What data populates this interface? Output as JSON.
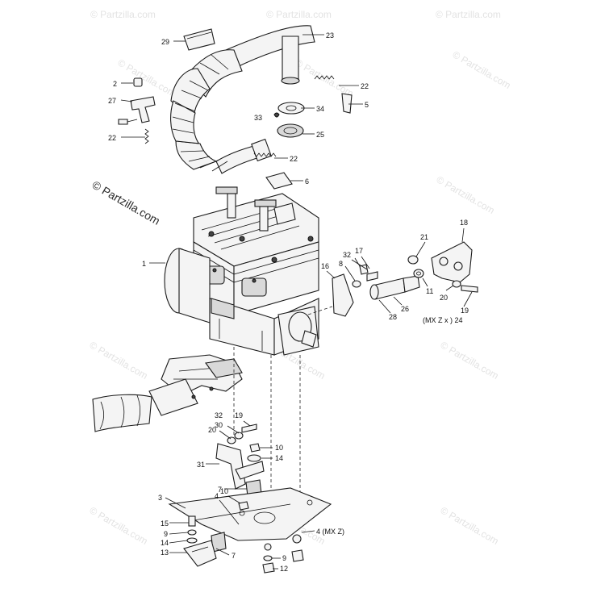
{
  "watermark": {
    "main": "© Partzilla.com",
    "repeat": "© Partzilla.com"
  },
  "callouts": [
    {
      "id": "c29",
      "text": "29"
    },
    {
      "id": "c23",
      "text": "23"
    },
    {
      "id": "c2",
      "text": "2"
    },
    {
      "id": "c22a",
      "text": "22"
    },
    {
      "id": "c27",
      "text": "27"
    },
    {
      "id": "c5",
      "text": "5"
    },
    {
      "id": "c33",
      "text": "33"
    },
    {
      "id": "c34",
      "text": "34"
    },
    {
      "id": "c22b",
      "text": "22"
    },
    {
      "id": "c25",
      "text": "25"
    },
    {
      "id": "c22c",
      "text": "22"
    },
    {
      "id": "c6",
      "text": "6"
    },
    {
      "id": "c18",
      "text": "18"
    },
    {
      "id": "c21",
      "text": "21"
    },
    {
      "id": "c32a",
      "text": "32"
    },
    {
      "id": "c17",
      "text": "17"
    },
    {
      "id": "c1",
      "text": "1"
    },
    {
      "id": "c16",
      "text": "16"
    },
    {
      "id": "c8",
      "text": "8"
    },
    {
      "id": "c11",
      "text": "11"
    },
    {
      "id": "c20a",
      "text": "20"
    },
    {
      "id": "c26",
      "text": "26"
    },
    {
      "id": "c28",
      "text": "28"
    },
    {
      "id": "c19a",
      "text": "19"
    },
    {
      "id": "c_mzx",
      "text": "(MX Z x ) 24"
    },
    {
      "id": "c32b",
      "text": "32"
    },
    {
      "id": "c19b",
      "text": "19"
    },
    {
      "id": "c30",
      "text": "30"
    },
    {
      "id": "c20b",
      "text": "20"
    },
    {
      "id": "c10a",
      "text": "10"
    },
    {
      "id": "c14a",
      "text": "14"
    },
    {
      "id": "c31",
      "text": "31"
    },
    {
      "id": "c7a",
      "text": "7"
    },
    {
      "id": "c3",
      "text": "3"
    },
    {
      "id": "c10b",
      "text": "10"
    },
    {
      "id": "c4a",
      "text": "4"
    },
    {
      "id": "c4b",
      "text": "4 (MX Z)"
    },
    {
      "id": "c15",
      "text": "15"
    },
    {
      "id": "c9a",
      "text": "9"
    },
    {
      "id": "c14b",
      "text": "14"
    },
    {
      "id": "c13",
      "text": "13"
    },
    {
      "id": "c7b",
      "text": "7"
    },
    {
      "id": "c9b",
      "text": "9"
    },
    {
      "id": "c12",
      "text": "12"
    }
  ]
}
